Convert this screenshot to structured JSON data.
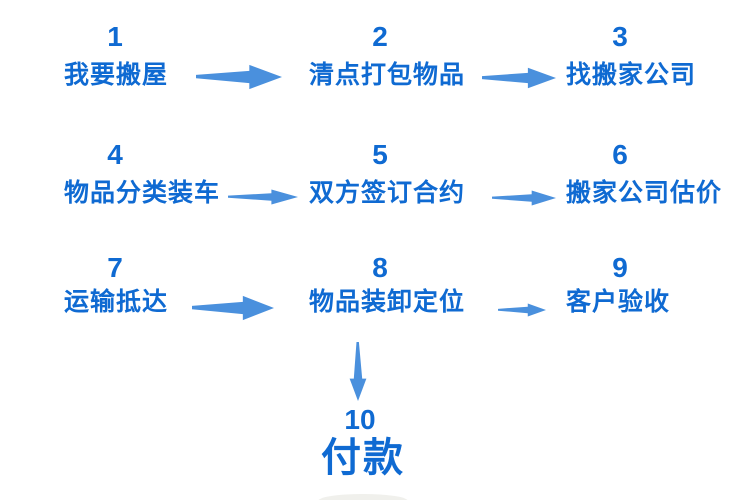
{
  "colors": {
    "background": "#ffffff",
    "text_blue": "#0f6ad2",
    "arrow_blue": "#4a90dd"
  },
  "flowchart": {
    "steps": [
      {
        "num": "1",
        "label": "我要搬屋"
      },
      {
        "num": "2",
        "label": "清点打包物品"
      },
      {
        "num": "3",
        "label": "找搬家公司"
      },
      {
        "num": "4",
        "label": "物品分类装车"
      },
      {
        "num": "5",
        "label": "双方签订合约"
      },
      {
        "num": "6",
        "label": "搬家公司估价"
      },
      {
        "num": "7",
        "label": "运输抵达"
      },
      {
        "num": "8",
        "label": "物品装卸定位"
      },
      {
        "num": "9",
        "label": "客户验收"
      },
      {
        "num": "10",
        "label": "付款"
      }
    ],
    "connections": [
      "1→2",
      "2→3",
      "4→5",
      "5→6",
      "7→8",
      "8→9",
      "8→10"
    ]
  }
}
